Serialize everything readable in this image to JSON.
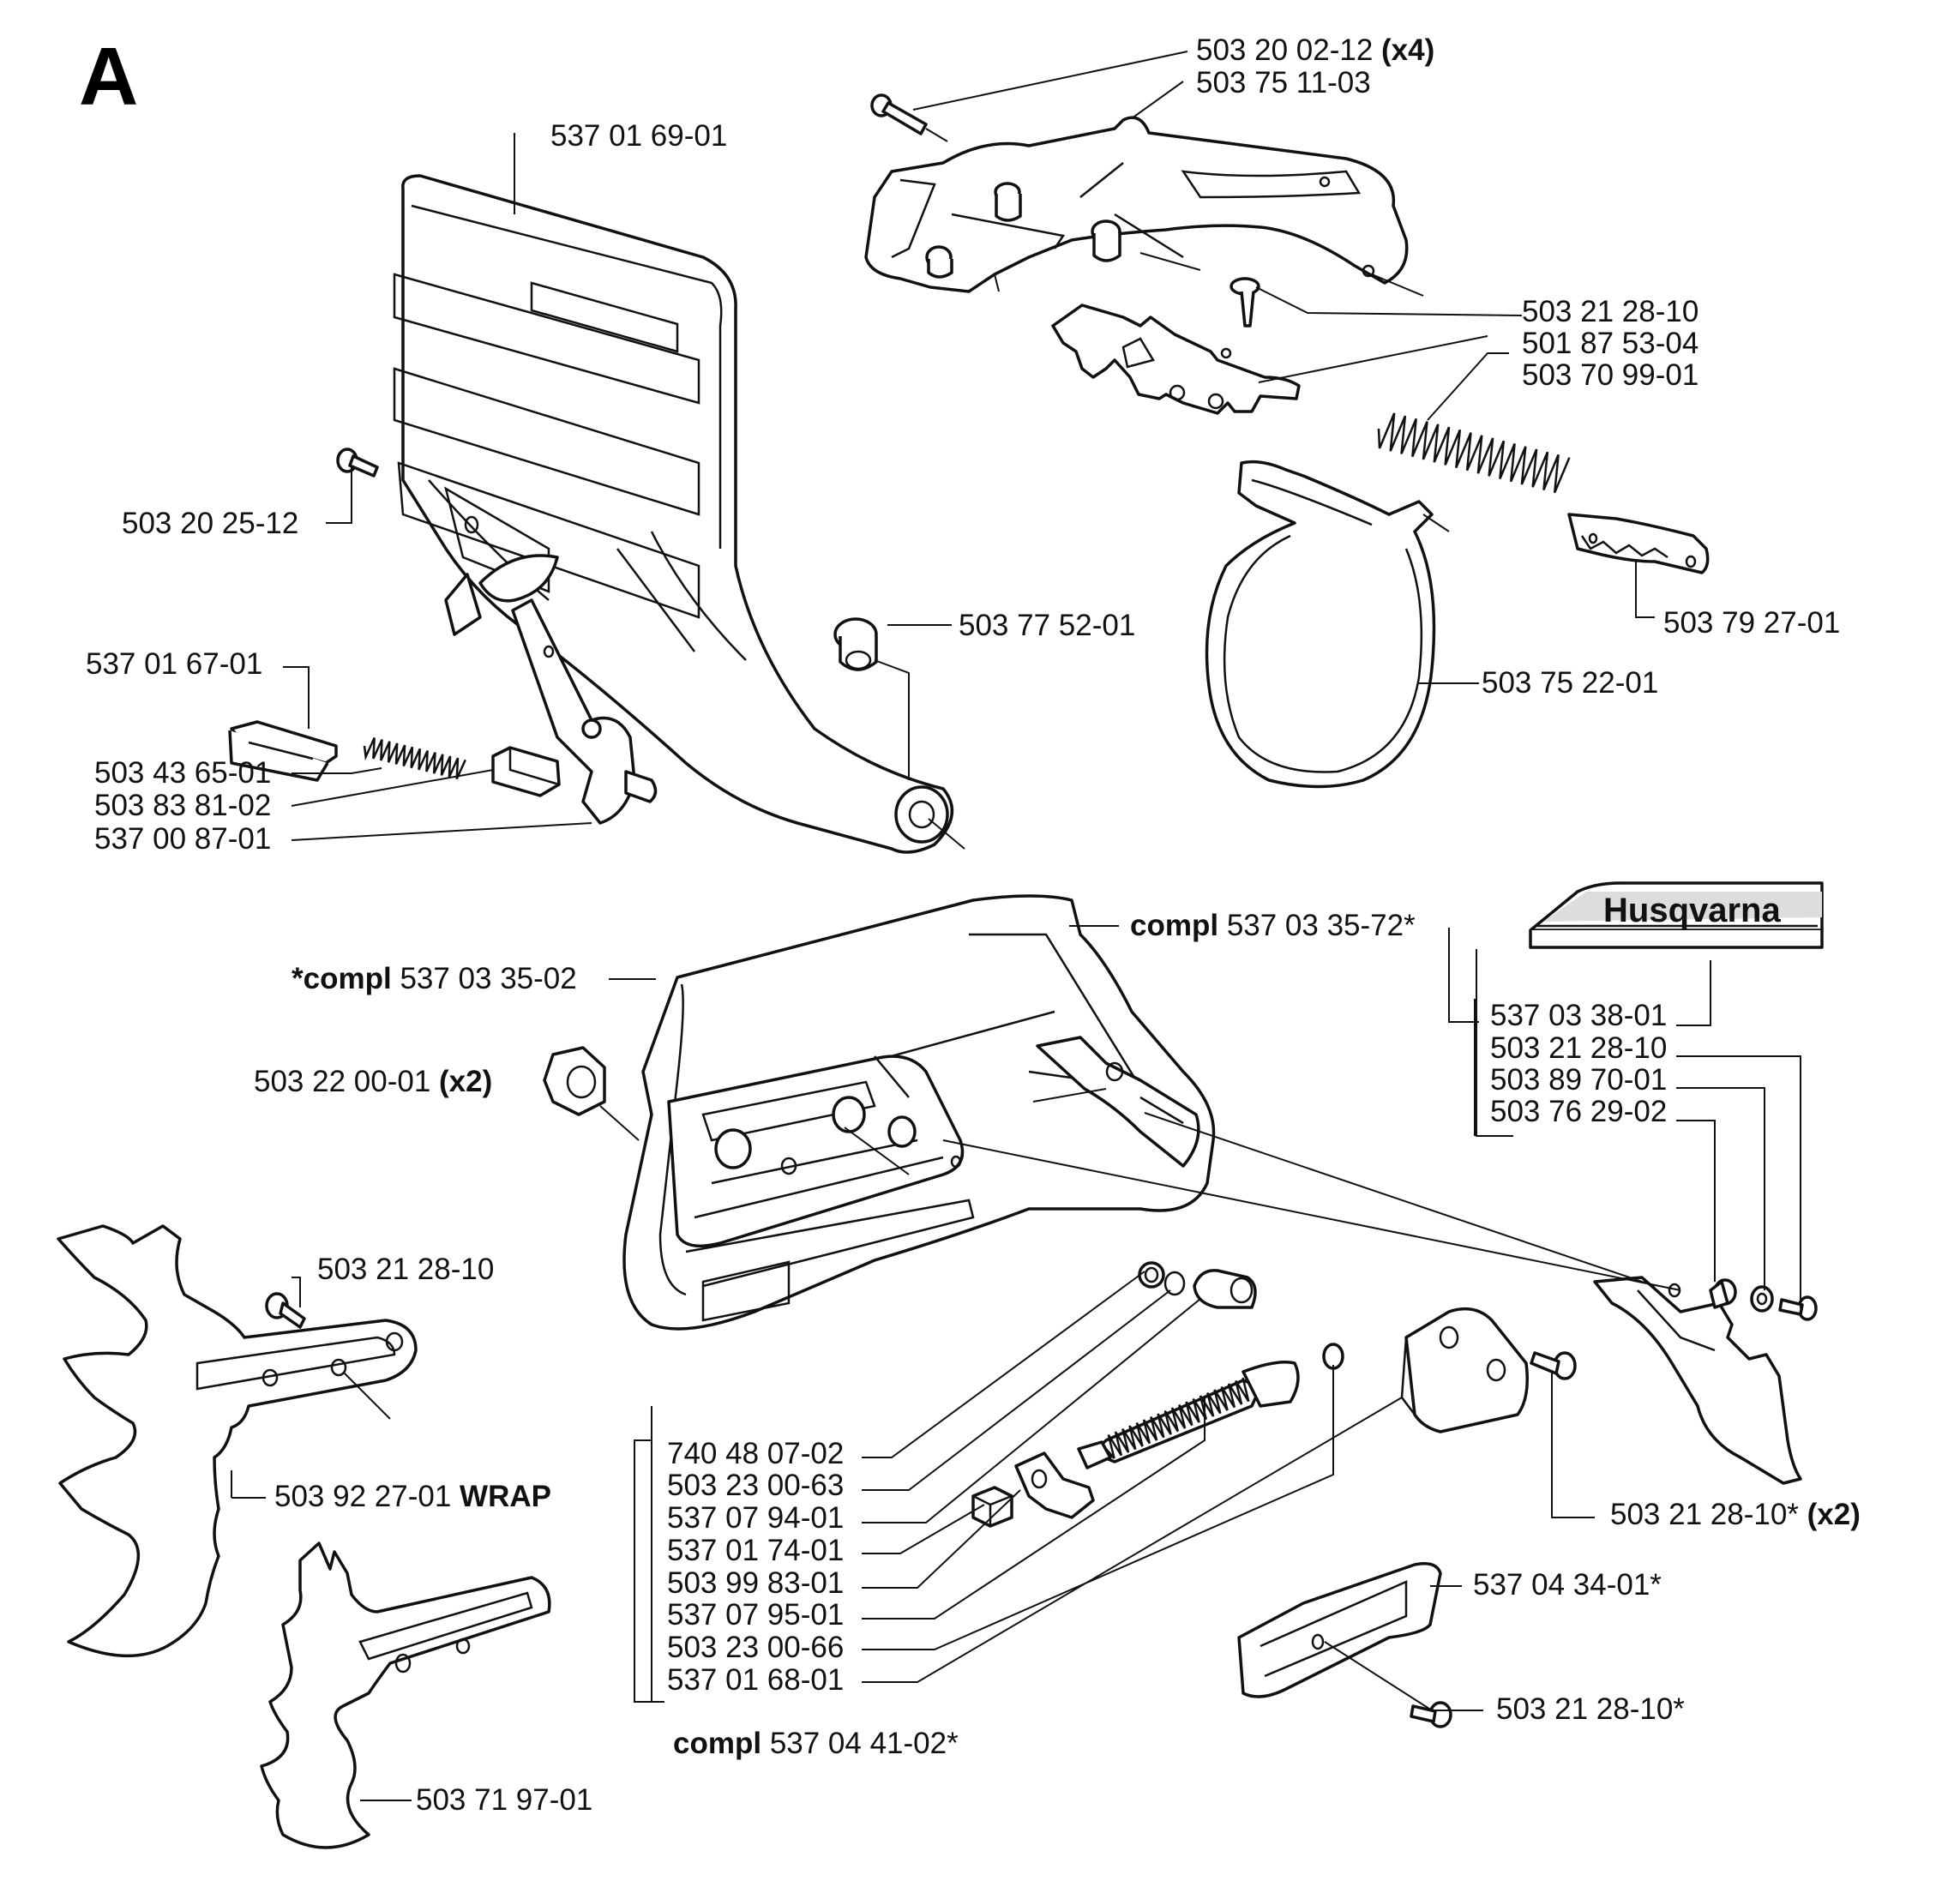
{
  "section_letter": "A",
  "brand_decal": "Husqvarna",
  "labels": {
    "l01": {
      "num": "503 20 02-12",
      "extra": "(x4)"
    },
    "l02": {
      "num": "503 75 11-03"
    },
    "l03": {
      "num": "537 01 69-01"
    },
    "l04": {
      "num": "503 21 28-10"
    },
    "l05": {
      "num": "501 87 53-04"
    },
    "l06": {
      "num": "503 70 99-01"
    },
    "l07": {
      "num": "503 20 25-12"
    },
    "l08": {
      "num": "503 77 52-01"
    },
    "l09": {
      "num": "503 79 27-01"
    },
    "l10": {
      "num": "537 01 67-01"
    },
    "l11": {
      "num": "503 75 22-01"
    },
    "l12": {
      "num": "503 43 65-01"
    },
    "l13": {
      "num": "503 83 81-02"
    },
    "l14": {
      "num": "537 00 87-01"
    },
    "l15": {
      "prefix": "compl",
      "num": "537 03 35-72*"
    },
    "l16": {
      "prefix": "*compl",
      "num": "537 03 35-02"
    },
    "l17": {
      "num": "537 03 38-01"
    },
    "l18": {
      "num": "503 21 28-10"
    },
    "l19": {
      "num": "503 89 70-01"
    },
    "l20": {
      "num": "503 22 00-01",
      "extra": "(x2)"
    },
    "l21": {
      "num": "503 76 29-02"
    },
    "l22": {
      "num": "503 21 28-10"
    },
    "l23": {
      "num": "740 48 07-02"
    },
    "l24": {
      "num": "503 92 27-01",
      "extra": "WRAP"
    },
    "l25": {
      "num": "503 23 00-63"
    },
    "l26": {
      "num": "537 07 94-01"
    },
    "l27": {
      "num": "503 21 28-10*",
      "extra": "(x2)"
    },
    "l28": {
      "num": "537 01 74-01"
    },
    "l29": {
      "num": "503 99 83-01"
    },
    "l30": {
      "num": "537 07 95-01"
    },
    "l31": {
      "num": "537 04 34-01*"
    },
    "l32": {
      "num": "503 23 00-66"
    },
    "l33": {
      "num": "537 01 68-01"
    },
    "l34": {
      "num": "503 21 28-10*"
    },
    "l35": {
      "prefix": "compl",
      "num": "537 04 41-02*"
    },
    "l36": {
      "num": "503 71 97-01"
    }
  }
}
